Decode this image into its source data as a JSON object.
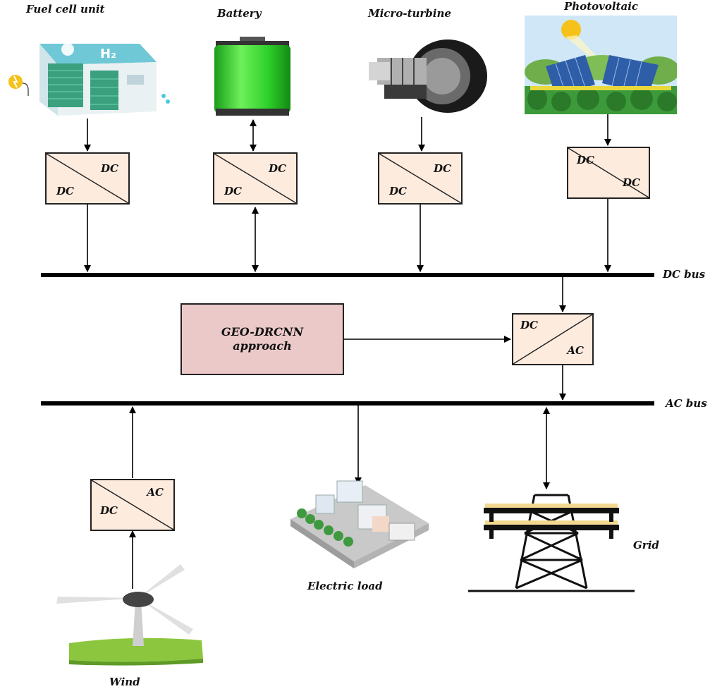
{
  "sources": {
    "fuel_cell": "Fuel cell unit",
    "battery": "Battery",
    "micro_turbine": "Micro-turbine",
    "photovoltaic": "Photovoltaic"
  },
  "fuel_cell_icon_text": "H₂",
  "converters": {
    "fuel_cell": {
      "top": "DC",
      "bottom": "DC"
    },
    "battery": {
      "top": "DC",
      "bottom": "DC"
    },
    "micro_turbine": {
      "top": "DC",
      "bottom": "DC"
    },
    "photovoltaic": {
      "top": "DC",
      "bottom": "DC"
    },
    "inverter": {
      "top": "DC",
      "bottom": "AC"
    },
    "wind": {
      "top": "AC",
      "bottom": "DC"
    }
  },
  "buses": {
    "dc": "DC bus",
    "ac": "AC bus"
  },
  "controller": {
    "line1": "GEO-DRCNN",
    "line2": "approach"
  },
  "loads": {
    "wind": "Wind",
    "electric_load": "Electric load",
    "grid": "Grid"
  },
  "colors": {
    "converter_fill": "#fdebde",
    "controller_fill": "#ebc9c9",
    "battery_green": "#2fd12a",
    "line": "#000000"
  }
}
